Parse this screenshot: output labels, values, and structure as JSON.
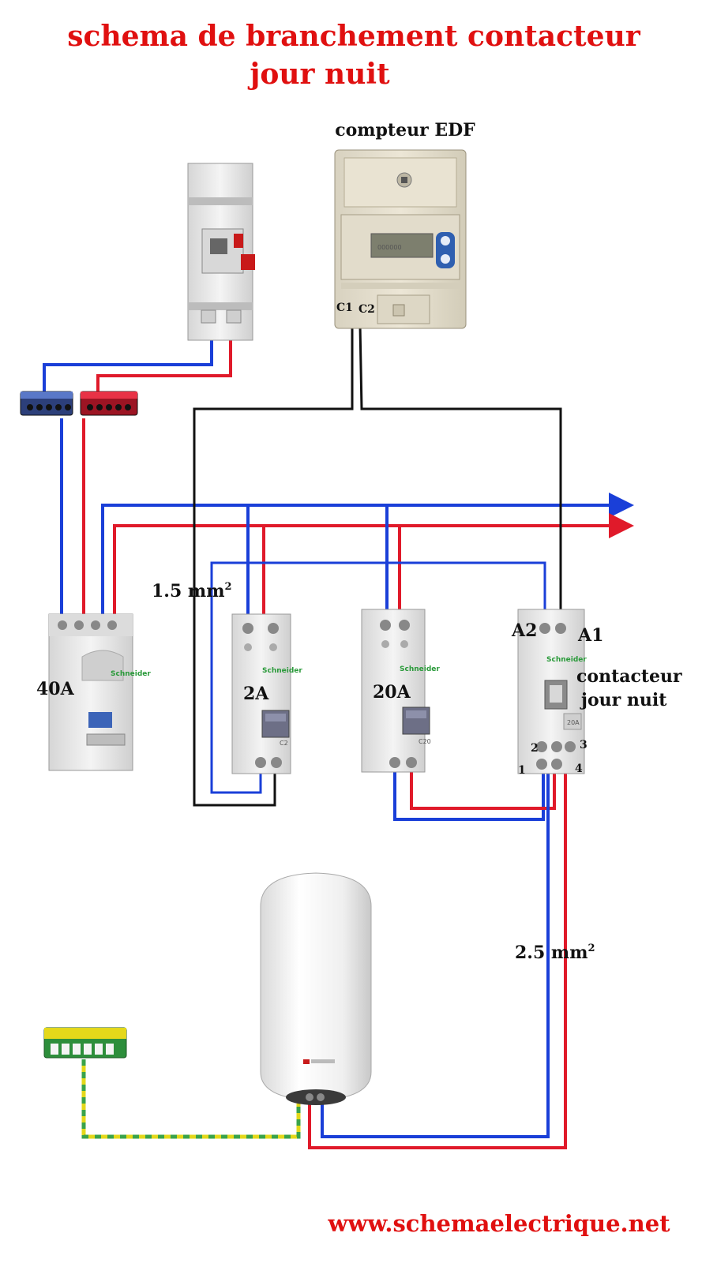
{
  "title": {
    "line1": "schema de branchement contacteur",
    "line2": "jour nuit"
  },
  "labels": {
    "meter": "compteur EDF",
    "meter_c1": "C1",
    "meter_c2": "C2",
    "breaker_40": "40A",
    "breaker_2": "2A",
    "breaker_20": "20A",
    "section_small": "1.5 mm",
    "section_large": "2.5 mm",
    "superscript": "2",
    "contactor_line1": "contacteur",
    "contactor_line2": "jour nuit",
    "contactor_a1": "A1",
    "contactor_a2": "A2",
    "contactor_t1": "1",
    "contactor_t2": "2",
    "contactor_t3": "3",
    "contactor_t4": "4"
  },
  "device_print": {
    "brand": "Schneider",
    "c2": "C2",
    "c20": "C20",
    "contactor_rating": "20A"
  },
  "website": "www.schemaelectrique.net",
  "colors": {
    "title": "#e01010",
    "phase": "#e01a2a",
    "neutral": "#1a3fd8",
    "control": "#111111",
    "earth_yellow": "#e4d81a",
    "earth_green": "#3aa34a",
    "device": "#e6e6e6"
  },
  "icons": {
    "main_breaker": "main-breaker-icon",
    "meter": "electric-meter-icon",
    "neutral_bar": "neutral-terminal-bar-icon",
    "phase_bar": "phase-terminal-bar-icon",
    "rcd_40": "differential-switch-icon",
    "mcb_2": "circuit-breaker-icon",
    "mcb_20": "circuit-breaker-icon",
    "contactor": "day-night-contactor-icon",
    "water_heater": "water-heater-icon",
    "earth_bar": "earth-terminal-bar-icon"
  }
}
